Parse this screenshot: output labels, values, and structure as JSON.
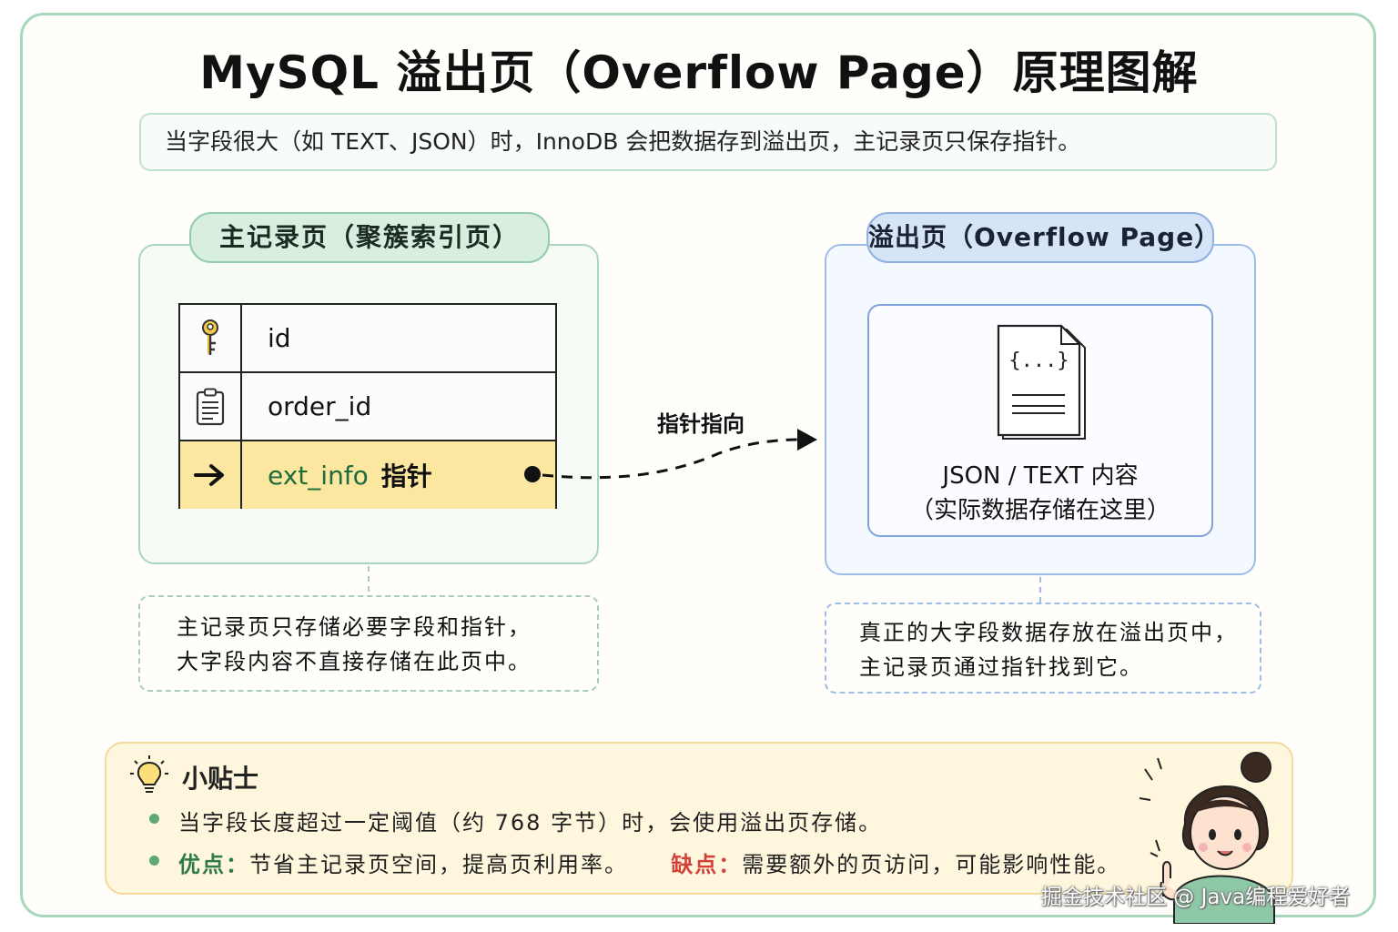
{
  "title": "MySQL 溢出页（Overflow Page）原理图解",
  "subtitle": "当字段很大（如 TEXT、JSON）时，InnoDB 会把数据存到溢出页，主记录页只保存指针。",
  "main_page": {
    "title": "主记录页（聚簇索引页）",
    "rows": [
      {
        "icon": "key-icon",
        "label": "id"
      },
      {
        "icon": "clipboard-icon",
        "label": "order_id"
      },
      {
        "icon": "arrow-right-icon",
        "label": "ext_info",
        "suffix": "指针"
      }
    ],
    "note_lines": [
      "主记录页只存储必要字段和指针，",
      "大字段内容不直接存储在此页中。"
    ]
  },
  "arrow_label": "指针指向",
  "overflow_page": {
    "title": "溢出页（Overflow Page）",
    "doc_symbol": "{...}",
    "content_line1": "JSON / TEXT 内容",
    "content_line2": "（实际数据存储在这里）",
    "note_lines": [
      "真正的大字段数据存放在溢出页中，",
      "主记录页通过指针找到它。"
    ]
  },
  "tips": {
    "title": "小贴士",
    "line1": "当字段长度超过一定阈值（约 768 字节）时，会使用溢出页存储。",
    "pro_label": "优点：",
    "pro_text": "节省主记录页空间，提高页利用率。",
    "con_label": "缺点：",
    "con_text": "需要额外的页访问，可能影响性能。"
  },
  "watermark": "掘金技术社区 @ Java编程爱好者",
  "colors": {
    "green_border": "#a9d7bd",
    "blue_border": "#9cbde6",
    "highlight_row": "#fbe7a0",
    "tips_bg": "#fff7dd",
    "pro": "#2f7a4b",
    "con": "#d0423a"
  }
}
